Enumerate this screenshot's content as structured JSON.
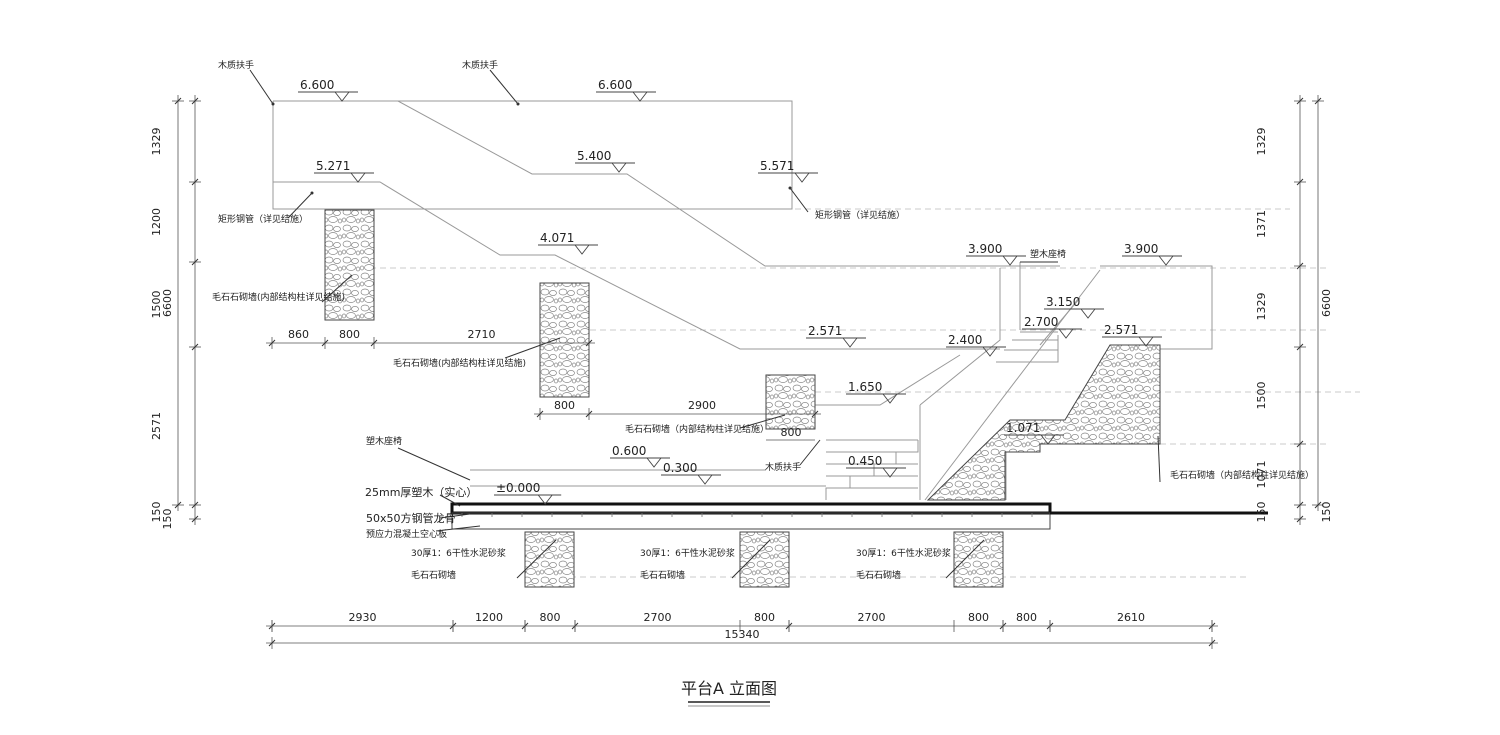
{
  "title": "平台A 立面图",
  "elevations": [
    "6.600",
    "6.600",
    "5.271",
    "5.400",
    "5.571",
    "4.071",
    "3.900",
    "3.900",
    "3.150",
    "2.700",
    "2.571",
    "2.400",
    "2.571",
    "1.650",
    "1.071",
    "0.600",
    "0.300",
    "0.450",
    "±0.000"
  ],
  "notes": {
    "handrail": "木质扶手",
    "steel_tube": "矩形钢管（详见结施）",
    "rubble_wall_col": "毛石石砌墙(内部结构柱详见结施)",
    "rubble_wall_col_b": "毛石石砌墙（内部结构柱详见结施）",
    "rubble_wall": "毛石石砌墙",
    "plastic_seat": "塑木座椅",
    "deck": "25mm厚塑木（实心）",
    "joist": "50x50方钢管龙骨",
    "slab": "预应力混凝土空心板",
    "mortar": "30厚1：6干性水泥砂浆"
  },
  "dims": {
    "bottom": [
      "2930",
      "1200",
      "800",
      "2700",
      "800",
      "2700",
      "800",
      "800",
      "2610"
    ],
    "total": "15340",
    "left_vertical": [
      "1329",
      "1200",
      "1500",
      "2571",
      "150"
    ],
    "left_total": "6600",
    "right_vertical": [
      "1329",
      "1371",
      "1329",
      "1500",
      "1071",
      "150"
    ],
    "right_total": "6600",
    "mid_row": [
      "860",
      "800",
      "2710"
    ],
    "mid_row2": [
      "800",
      "2900"
    ],
    "small": "800"
  }
}
